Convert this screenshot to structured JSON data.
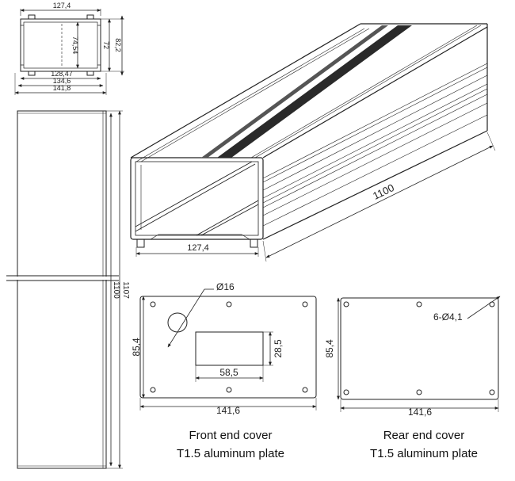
{
  "profile_section": {
    "dims": {
      "top_width": "127,4",
      "inner_height": "74,54",
      "slot_height": "72",
      "outer_height": "82,2",
      "inner_width": "128,47",
      "mid_width": "134,6",
      "outer_width": "141,8"
    }
  },
  "side_view": {
    "length_outer": "1107",
    "length_inner": "1100"
  },
  "iso_view": {
    "length": "1100",
    "opening_width": "127,4"
  },
  "front_cover": {
    "hole_dia": "Ø16",
    "height": "85,4",
    "cutout_height": "28,5",
    "cutout_width": "58,5",
    "width": "141,6",
    "caption_line1": "Front end cover",
    "caption_line2": "T1.5 aluminum plate"
  },
  "rear_cover": {
    "holes": "6-Ø4,1",
    "height": "85,4",
    "width": "141,6",
    "caption_line1": "Rear end cover",
    "caption_line2": "T1.5 aluminum plate"
  }
}
